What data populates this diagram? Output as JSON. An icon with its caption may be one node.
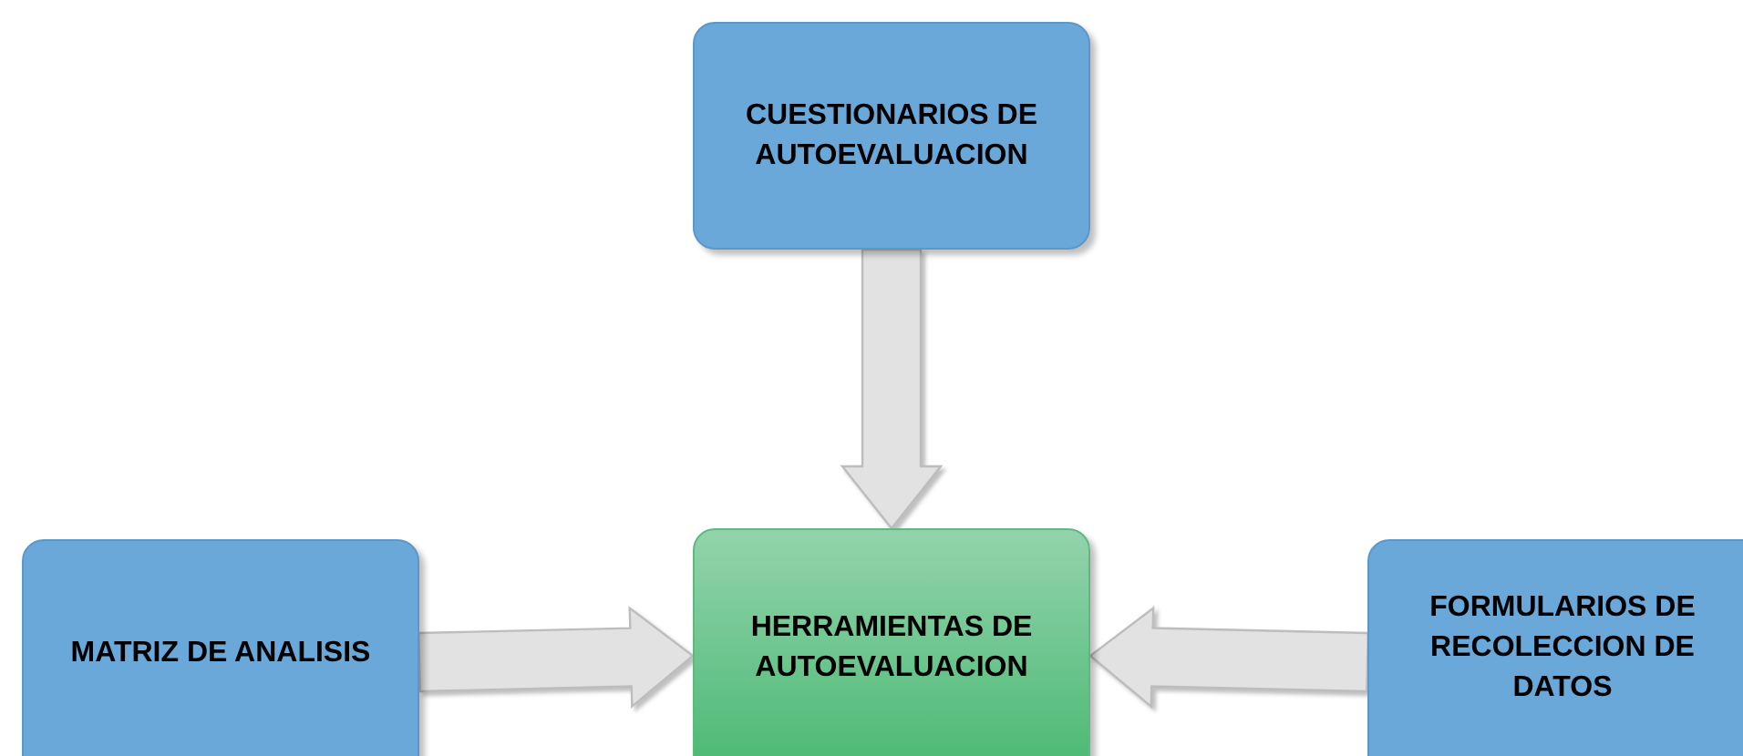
{
  "diagram": {
    "nodes": [
      {
        "text": [
          "CUESTIONARIOS DE AUTOEVALUACION"
        ]
      },
      {
        "text": [
          "MATRIZ DE ANALISIS"
        ]
      },
      {
        "text": [
          "HERRAMIENTAS DE AUTOEVALUACION"
        ]
      },
      {
        "text": [
          "FORMULARIOS DE RECOLECCION DE DATOS"
        ]
      }
    ],
    "edges": [
      {
        "from": 0,
        "to": 2,
        "arrow": "to"
      },
      {
        "from": 1,
        "to": 2,
        "arrow": "to"
      },
      {
        "from": 3,
        "to": 2,
        "arrow": "to"
      }
    ]
  }
}
